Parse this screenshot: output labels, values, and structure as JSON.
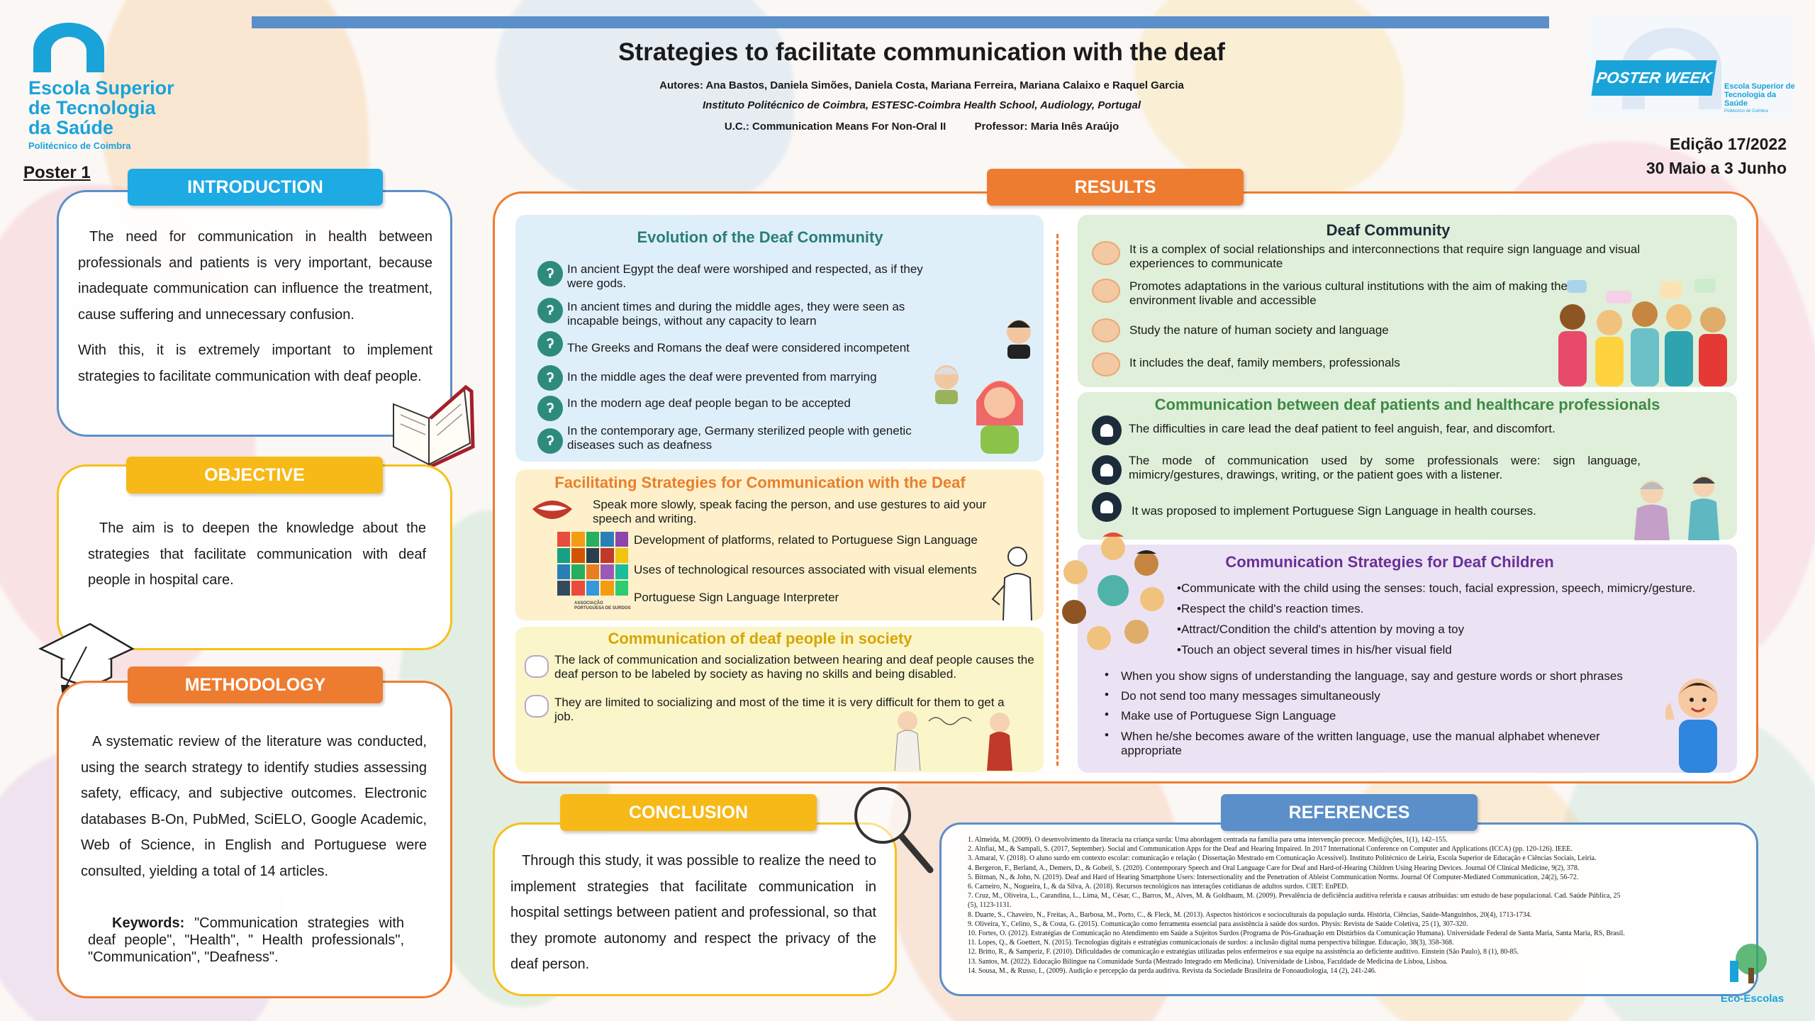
{
  "header": {
    "logo_lines": [
      "Escola Superior",
      "de Tecnologia",
      "da Saúde"
    ],
    "logo_sub": "Politécnico de Coimbra",
    "poster_label": "Poster 1",
    "title": "Strategies to facilitate communication with the deaf",
    "authors": "Autores: Ana Bastos, Daniela Simões, Daniela Costa, Mariana Ferreira, Mariana Calaixo e Raquel Garcia",
    "institute": "Instituto Politécnico de Coimbra, ESTESC-Coimbra Health School, Audiology, Portugal",
    "uc": "U.C.: Communication Means For Non-Oral II",
    "professor": "Professor: Maria Inês Araújo",
    "poster_week": "POSTER WEEK",
    "poster_week_school": "Escola Superior de Tecnologia da Saúde",
    "poster_week_school_sub": "Politécnico de Coimbra",
    "edition": "Edição 17/2022",
    "dates": "30 Maio a 3 Junho"
  },
  "introduction": {
    "heading": "INTRODUCTION",
    "p1": "The need for communication in health between professionals and patients is very important, because inadequate communication can influence the treatment, cause suffering and unnecessary confusion.",
    "p2": "With this, it is extremely important to implement strategies to facilitate communication with deaf people."
  },
  "objective": {
    "heading": "OBJECTIVE",
    "text": "The aim is to deepen the knowledge about the strategies that facilitate communication with deaf people in hospital care."
  },
  "methodology": {
    "heading": "METHODOLOGY",
    "text": "A systematic review of the literature was conducted, using the search strategy to identify studies assessing safety, efficacy, and subjective outcomes. Electronic databases B-On, PubMed, SciELO, Google Academic, Web of Science, in English and Portuguese were consulted, yielding a total of 14 articles.",
    "keywords_label": "Keywords:",
    "keywords": "\"Communication strategies with deaf people\", \"Health\", \" Health professionals\", \"Communication\", \"Deafness\"."
  },
  "results": {
    "heading": "RESULTS",
    "evolution": {
      "title": "Evolution of the Deaf Community",
      "items": [
        "In ancient Egypt the deaf were worshiped and respected, as if they were gods.",
        "In ancient times and during the middle ages, they were seen as incapable beings, without any capacity to learn",
        "The Greeks and Romans the deaf were considered incompetent",
        "In the middle ages the deaf were prevented from marrying",
        "In the modern age deaf people began to be accepted",
        "In the contemporary age, Germany sterilized people with genetic diseases such as deafness"
      ]
    },
    "facilitating": {
      "title": "Facilitating Strategies for Communication with the Deaf",
      "items": [
        "Speak more slowly, speak facing the person, and use gestures to aid your speech and writing.",
        "Development of platforms, related to Portuguese Sign Language",
        "Uses of technological resources associated with visual elements",
        "Portuguese Sign Language Interpreter"
      ],
      "association_label": "ASSOCIAÇÃO PORTUGUESA DE SURDOS"
    },
    "society": {
      "title": "Communication of deaf people in society",
      "items": [
        "The lack of communication and socialization between hearing and deaf people causes the deaf person to be labeled by society as having no skills and being disabled.",
        "They are limited to socializing and most of the time it is very difficult for them to get a job."
      ]
    },
    "deaf_community": {
      "title": "Deaf Community",
      "items": [
        "It is a complex of social relationships and interconnections that require sign language and visual experiences to communicate",
        "Promotes adaptations in the various cultural institutions with the aim of making their environment livable and accessible",
        "Study the nature of human society and language",
        "It includes the deaf, family members, professionals"
      ]
    },
    "patients": {
      "title": "Communication between deaf patients and healthcare professionals",
      "items": [
        "The difficulties in care lead the deaf patient to feel anguish, fear, and discomfort.",
        "The mode of communication used by some professionals were: sign language, mimicry/gestures, drawings, writing, or the patient goes with a listener.",
        "It was proposed to implement Portuguese Sign Language in health courses."
      ]
    },
    "children": {
      "title": "Communication Strategies for Deaf Children",
      "items": [
        "•Communicate with the child using the senses: touch, facial expression, speech, mimicry/gesture.",
        "•Respect the child's reaction times.",
        "•Attract/Condition the child's attention by moving a toy",
        "•Touch an object several times in his/her visual field"
      ],
      "bullets": [
        "When you show signs of understanding the language, say and gesture words or short phrases",
        "Do not send too many messages simultaneously",
        "Make use of Portuguese Sign Language",
        "When he/she becomes aware of the written language, use the manual alphabet whenever appropriate"
      ]
    }
  },
  "conclusion": {
    "heading": "CONCLUSION",
    "text": "Through this study, it was possible to realize the need to implement strategies that facilitate communication in hospital settings between patient and professional, so that they promote autonomy and respect the privacy of the deaf person."
  },
  "references": {
    "heading": "REFERENCES",
    "items": [
      "1.   Almeida, M. (2009). O desenvolvimento da literacia na criança surda: Uma abordagem centrada na família para uma intervenção precoce. Medi@ções, 1(1), 142–155.",
      "2.   Alnfiai, M., & Sampali, S. (2017, September). Social and Communication Apps for the Deaf and Hearing Impaired. In 2017 International Conference on Computer and Applications (ICCA) (pp. 120-126). IEEE.",
      "3.   Amaral, V. (2018). O aluno surdo em contexto escolar: comunicação e relação ( Dissertação Mestrado em Comunicação Acessível). Instituto Politécnico de Leiria, Escola Superior de Educação e Ciências Sociais, Leiria.",
      "4.   Bergeron, F., Berland, A., Demers, D., & Gobeil, S. (2020). Contemporary Speech and Oral Language Care for Deaf and Hard-of-Hearing Children Using Hearing Devices. Journal Of Clinical Medicine, 9(2), 378.",
      "5.   Bitman, N., & John, N. (2019). Deaf and Hard of Hearing Smartphone Users: Intersectionality and the Penetration of Ableist Communication Norms. Journal Of Computer-Mediated Communication, 24(2), 56-72.",
      "6.   Carneiro, N., Nogueira, I., & da Silva, A. (2018). Recursos tecnológicos nas interações cotidianas de adultos surdos. CIET: EnPED.",
      "7.   Cruz, M., Oliveira, L., Carandina, L., Lima, M., César, C., Barros, M., Alves, M. & Goldbaum, M. (2009). Prevalência de deficiência auditiva referida e causas atribuídas: um estudo de base populacional. Cad. Saúde Pública, 25",
      "      (5), 1123-1131.",
      "8.   Duarte, S., Chaveiro, N., Freitas, A., Barbosa, M., Porto, C., & Fleck, M. (2013). Aspectos históricos e socioculturais da população surda. História, Ciências, Saúde-Manguinhos, 20(4), 1713-1734.",
      "9.   Oliveira, Y., Celino, S., & Costa, G. (2015). Comunicação como ferramenta essencial para assistência à saúde dos surdos. Physis: Revista de Saúde Coletiva, 25 (1), 307-320.",
      "10. Fortes, O. (2012). Estratégias de Comunicação no Atendimento em Saúde a Sujeitos Surdos (Programa de Pós-Graduação em Distúrbios da Comunicação Humana). Universidade Federal de Santa Maria, Santa Maria, RS, Brasil.",
      "11. Lopes, Q., & Goettert, N. (2015). Tecnologias digitais e estratégias comunicacionais de surdos: a inclusão digital numa perspectiva bilíngue. Educação, 38(3), 358-368.",
      "12. Britto, R., & Samperiz, F. (2010). Dificuldades de comunicação e estratégias utilizadas pelos enfermeiros e sua equipe na assistência ao deficiente auditivo. Einstein (São Paulo), 8 (1), 80-85.",
      "13. Santos, M. (2022). Educação Bilíngue na Comunidade Surda (Mestrado Integrado em Medicina). Universidade de Lisboa, Faculdade de Medicina de Lisboa, Lisboa.",
      "14. Sousa, M., & Russo, I., (2009). Audição e percepção da perda auditiva. Revista da Sociedade Brasileira de Fonoaudiologia, 14 (2), 241-246."
    ]
  },
  "eco_escolas": "Eco-Escolas",
  "colors": {
    "accent_blue": "#1eaae3",
    "accent_yellow": "#f7b917",
    "accent_orange": "#ee7c30",
    "steel_blue": "#5b8fc9"
  }
}
